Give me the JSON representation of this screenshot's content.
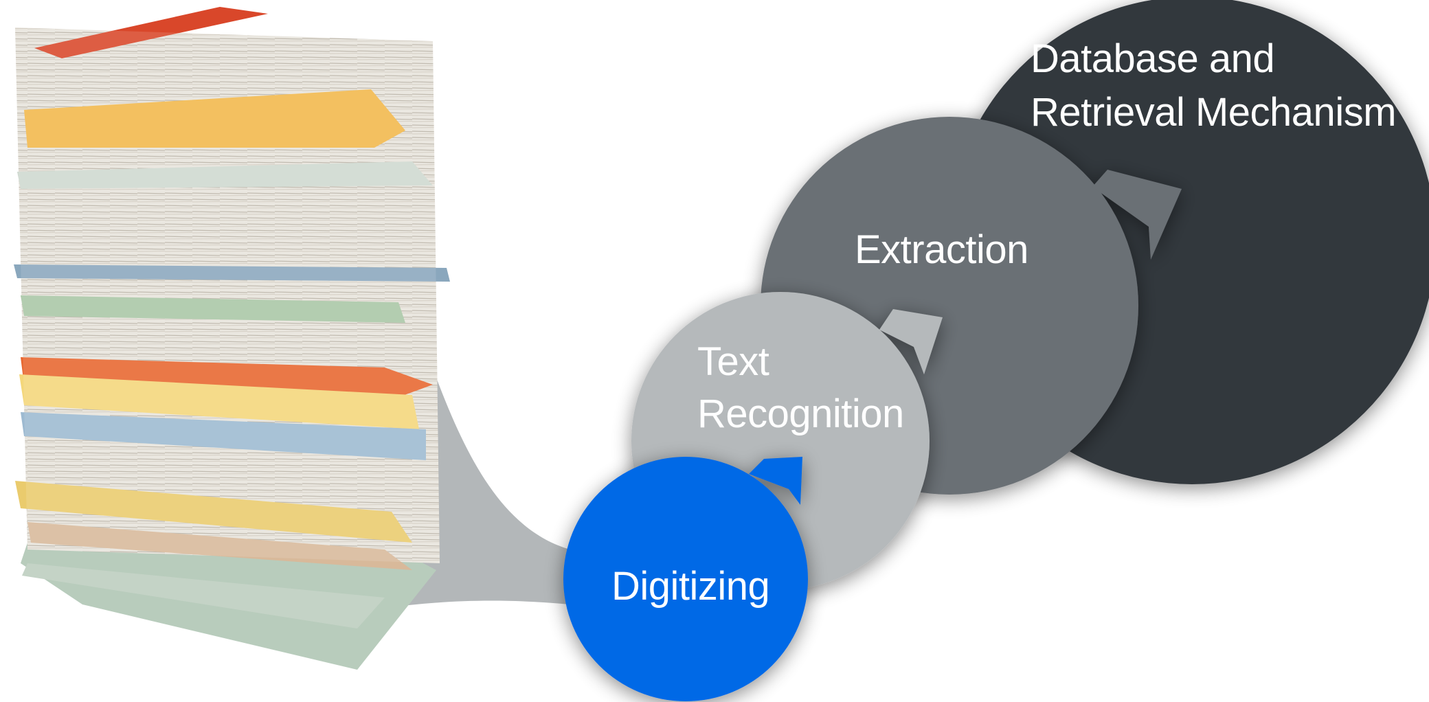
{
  "diagram": {
    "stages": [
      {
        "id": "digitizing",
        "label": "Digitizing",
        "color": "#0369e6"
      },
      {
        "id": "text_recognition",
        "label": "Text\nRecognition",
        "color": "#b5b9bb"
      },
      {
        "id": "extraction",
        "label": "Extraction",
        "color": "#6a6f74"
      },
      {
        "id": "database",
        "label": "Database and\nRetrieval Mechanism",
        "color": "#32373d"
      }
    ],
    "funnel_color": "#b3b7b9",
    "image_subject": "stack-of-paper-files"
  }
}
